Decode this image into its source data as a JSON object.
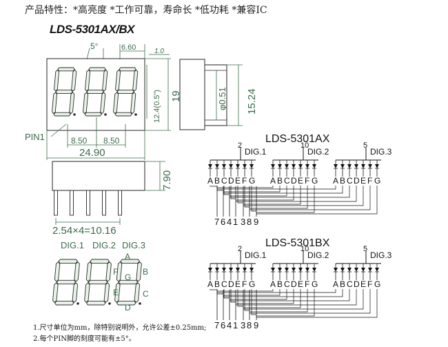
{
  "header": {
    "features": "产品特性：*高亮度 *工作可靠，寿命长 *低功耗 *兼容IC",
    "model": "LDS-5301AX/BX"
  },
  "front_view": {
    "dim_angle": "5°",
    "dim_seg_width": "6.60",
    "dim_seg_stroke": "1.0",
    "dim_digit_height": "12.4(0.5\")",
    "dim_height": "19",
    "dim_pitch_1": "8.50",
    "dim_pitch_2": "8.50",
    "dim_width": "24.90",
    "pin1_label": "PIN1"
  },
  "side_view": {
    "dim_pin_dia": "φ0.51",
    "dim_pin_length": "15.24"
  },
  "bottom_view": {
    "dim_thickness": "7.90",
    "dim_pin_pitch": "2.54×4=10.16"
  },
  "pinout_view": {
    "digit_labels": [
      "DIG.1",
      "DIG.2",
      "DIG.3"
    ],
    "segment_labels": [
      "A",
      "F",
      "G",
      "B",
      "E",
      "C",
      "D"
    ]
  },
  "schematic_ax": {
    "title": "LDS-5301AX",
    "digits": [
      {
        "label": "DIG.1",
        "pin": "2"
      },
      {
        "label": "DIG.2",
        "pin": "10"
      },
      {
        "label": "DIG.3",
        "pin": "5"
      }
    ],
    "segments": [
      "A",
      "B",
      "C",
      "D",
      "E",
      "F",
      "G"
    ],
    "pin_numbers": [
      "7",
      "6",
      "4",
      "1",
      "3",
      "8",
      "9"
    ]
  },
  "schematic_bx": {
    "title": "LDS-5301BX",
    "digits": [
      {
        "label": "DIG.1",
        "pin": "2"
      },
      {
        "label": "DIG.2",
        "pin": "10"
      },
      {
        "label": "DIG.3",
        "pin": "5"
      }
    ],
    "segments": [
      "A",
      "B",
      "C",
      "D",
      "E",
      "F",
      "G"
    ],
    "pin_numbers": [
      "7",
      "6",
      "4",
      "1",
      "3",
      "8",
      "9"
    ]
  },
  "notes": [
    "1.尺寸单位为mm，除特别说明外，允许公差±0.25mm;",
    "2.每个PIN脚的刻度可能有±5°。"
  ],
  "colors": {
    "line": "#1a1a1a",
    "dim": "#3a6a4a",
    "segment": "#e8f3e8",
    "ink": "#111111"
  }
}
